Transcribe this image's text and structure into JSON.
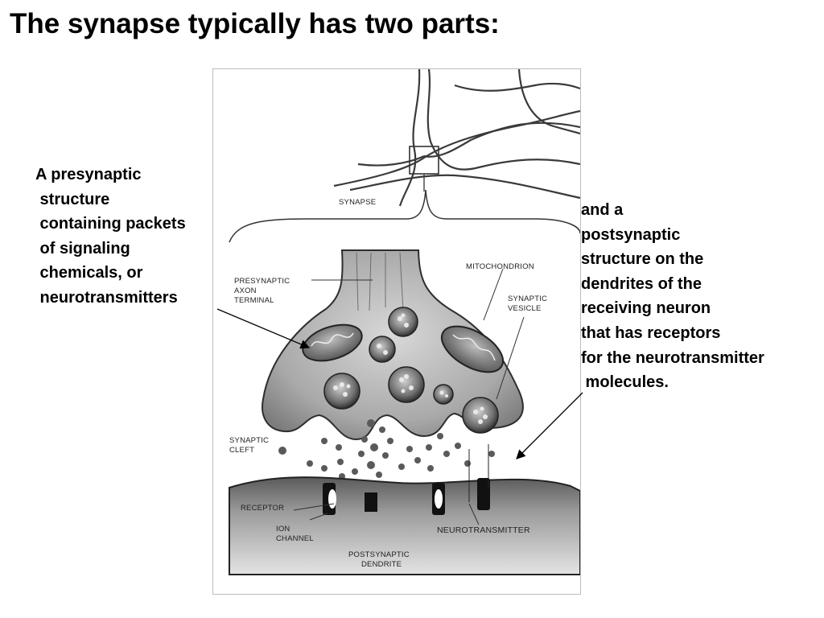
{
  "title": "The synapse typically has two parts:",
  "left_caption": [
    "A presynaptic",
    " structure",
    " containing packets",
    " of signaling",
    " chemicals, or",
    " neurotransmitters"
  ],
  "right_caption": [
    "and a",
    "postsynaptic",
    "structure on the",
    "dendrites of the",
    "receiving neuron",
    "that has receptors",
    "for the neurotransmitter",
    " molecules."
  ],
  "figure_labels": {
    "synapse": "SYNAPSE",
    "presynaptic_1": "PRESYNAPTIC",
    "presynaptic_2": "AXON",
    "presynaptic_3": "TERMINAL",
    "mitochondrion": "MITOCHONDRION",
    "vesicle_1": "SYNAPTIC",
    "vesicle_2": "VESICLE",
    "cleft_1": "SYNAPTIC",
    "cleft_2": "CLEFT",
    "receptor": "RECEPTOR",
    "ion_1": "ION",
    "ion_2": "CHANNEL",
    "neurotransmitter": "NEUROTRANSMITTER",
    "postsynaptic_1": "POSTSYNAPTIC",
    "postsynaptic_2": "DENDRITE"
  }
}
